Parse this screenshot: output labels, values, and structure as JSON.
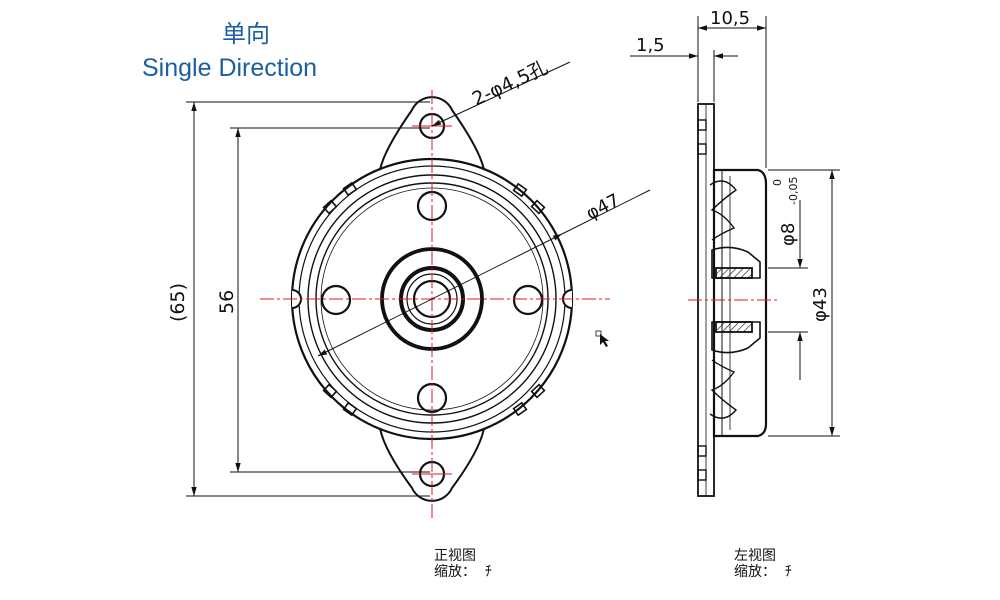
{
  "title": {
    "chinese": "单向",
    "english": "Single Direction"
  },
  "dimensions": {
    "hole_spec": "2-φ4,5孔",
    "outer_diameter": "φ47",
    "overall_height": "(65)",
    "hole_spacing": "56",
    "total_thickness": "10,5",
    "flange_thickness": "1,5",
    "shaft_diameter": "φ8",
    "shaft_tolerance_upper": "0",
    "shaft_tolerance_lower": "-0,05",
    "body_diameter": "φ43"
  },
  "views": {
    "front": {
      "name": "正视图",
      "scale_label": "缩放：",
      "scale_value": "ﾁ"
    },
    "left": {
      "name": "左视图",
      "scale_label": "缩放：",
      "scale_value": "ﾁ"
    }
  },
  "colors": {
    "title": "#1a5fa0",
    "centerline": "#e0191f",
    "outline": "#111111"
  }
}
